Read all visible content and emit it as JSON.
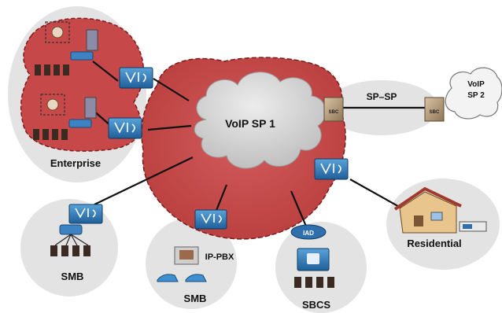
{
  "labels": {
    "cloud": "VoIP SP 1",
    "cloud2_line1": "VoIP",
    "cloud2_line2": "SP 2",
    "link": "SP–SP",
    "enterprise": "Enterprise",
    "smb_left": "SMB",
    "smb_mid": "SMB",
    "ippbx": "IP-PBX",
    "sbcs": "SBCS",
    "residential": "Residential",
    "iad": "IAD",
    "sbc_left": "SBC",
    "sbc_right": "SBC"
  },
  "colors": {
    "sp_region": "#c84a4a",
    "sp_region_dash": "#8a1f1f",
    "gray_site": "#e2e2e2",
    "cloud_fill": "#d8d8d8",
    "device_blue": "#2f78b8",
    "router_blue": "#1d5f9a",
    "wire": "#111111"
  },
  "icons": {
    "border_element": "sbc-router-icon",
    "phone": "ip-phone-icon",
    "house": "house-icon",
    "pbx": "pbx-icon"
  }
}
